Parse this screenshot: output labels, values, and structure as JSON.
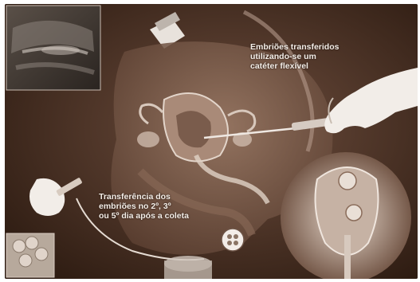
{
  "captions": {
    "transfer_catheter": {
      "line1": "Embriões transferidos",
      "line2": "utilizando-se um",
      "line3": "catéter flexível"
    },
    "transfer_days": {
      "line1": "Transferência dos",
      "line2": "embriões no 2º, 3º",
      "line3": "ou 5º dia após a coleta"
    }
  },
  "colors": {
    "background": "#3a2418",
    "anatomy": "#8a6a58",
    "highlight": "#d9c8bc",
    "glove": "#f2ede8",
    "text": "#f4eee8"
  }
}
